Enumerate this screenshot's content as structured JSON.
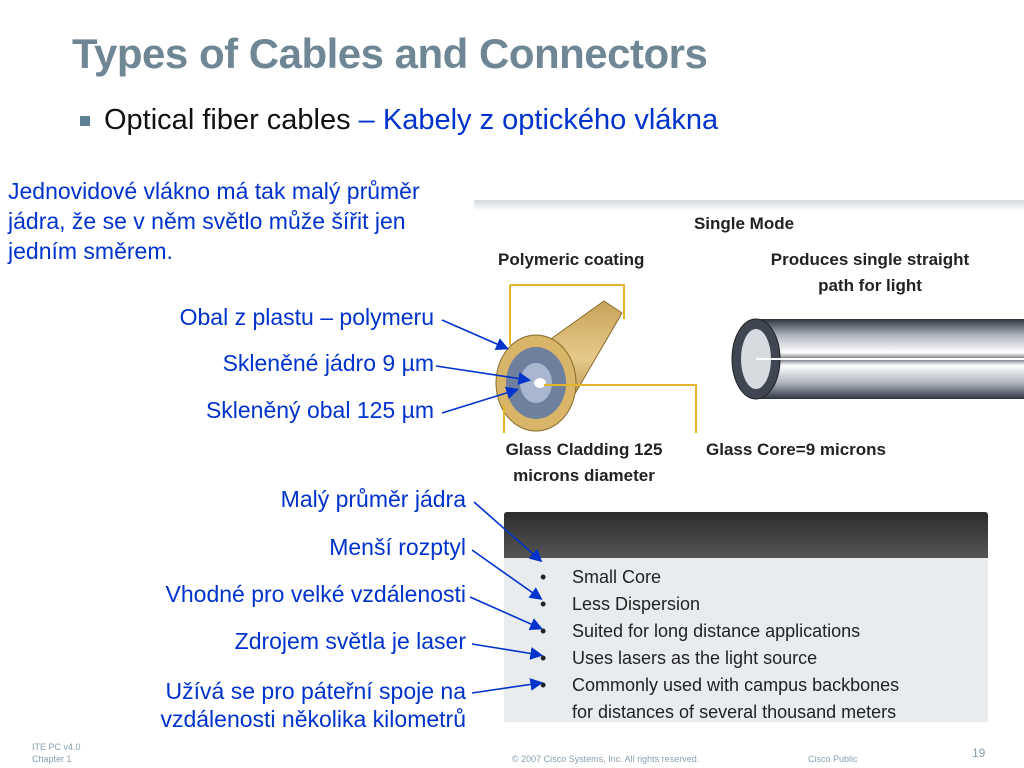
{
  "slide": {
    "title": "Types of Cables and Connectors",
    "subtitle_black": "Optical fiber cables",
    "subtitle_blue": " – Kabely z optického vlákna",
    "intro": "Jednovidové vlákno má tak malý průměr jádra, že se v něm světlo může šířit jen jedním směrem."
  },
  "labels": {
    "obal_plast": "Obal z plastu – polymeru",
    "sklo_jadro": "Skleněné jádro 9 µm",
    "sklo_obal": "Skleněný obal 125 µm",
    "maly_prumer": "Malý průměr jádra",
    "mensi_rozptyl": "Menší rozptyl",
    "vhodne": "Vhodné pro velké vzdálenosti",
    "zdrojem": "Zdrojem světla je laser",
    "uziva_1": "Užívá se pro páteřní spoje na",
    "uziva_2": "vzdálenosti několika kilometrů"
  },
  "figure_single_mode": {
    "title": "Single Mode",
    "polymeric": "Polymeric coating",
    "produces_1": "Produces single straight",
    "produces_2": "path for light",
    "cladding_1": "Glass Cladding 125",
    "cladding_2": "microns diameter",
    "core": "Glass Core=9 microns"
  },
  "features": {
    "items": [
      "Small Core",
      "Less Dispersion",
      "Suited for long distance applications",
      "Uses lasers as the light source",
      "Commonly used with campus backbones",
      "for distances of several thousand meters"
    ],
    "bullet": "•"
  },
  "footer": {
    "left_1": "ITE PC v4.0",
    "left_2": "Chapter 1",
    "copyright": "© 2007 Cisco Systems, Inc. All rights reserved.",
    "classification": "Cisco Public",
    "page": "19"
  },
  "colors": {
    "title": "#6f8795",
    "accent_blue": "#0033cc",
    "bullet_square": "#5d7f95"
  }
}
